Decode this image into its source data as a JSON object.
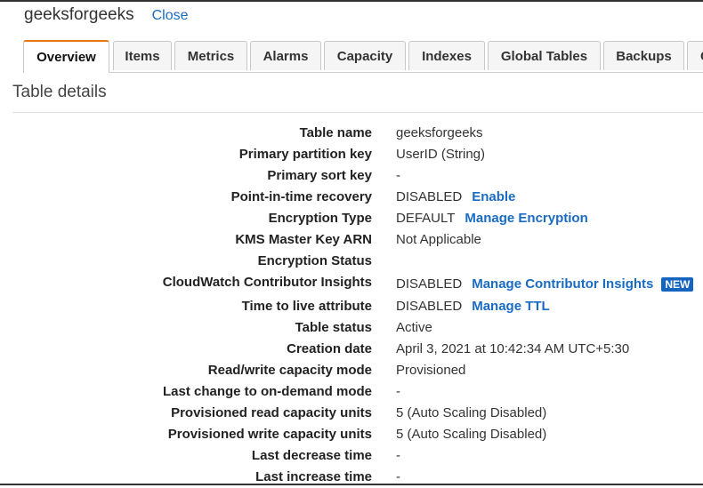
{
  "header": {
    "title": "geeksforgeeks",
    "close_label": "Close"
  },
  "tabs": [
    {
      "label": "Overview",
      "active": true
    },
    {
      "label": "Items"
    },
    {
      "label": "Metrics"
    },
    {
      "label": "Alarms"
    },
    {
      "label": "Capacity"
    },
    {
      "label": "Indexes"
    },
    {
      "label": "Global Tables"
    },
    {
      "label": "Backups"
    },
    {
      "label": "C"
    }
  ],
  "section": {
    "title": "Table details"
  },
  "details": [
    {
      "label": "Table name",
      "value": "geeksforgeeks"
    },
    {
      "label": "Primary partition key",
      "value": "UserID (String)"
    },
    {
      "label": "Primary sort key",
      "value": "-"
    },
    {
      "label": "Point-in-time recovery",
      "value": "DISABLED",
      "action": "Enable"
    },
    {
      "label": "Encryption Type",
      "value": "DEFAULT",
      "action": "Manage Encryption"
    },
    {
      "label": "KMS Master Key ARN",
      "value": "Not Applicable"
    },
    {
      "label": "Encryption Status",
      "value": ""
    },
    {
      "label": "CloudWatch Contributor Insights",
      "value": "DISABLED",
      "action": "Manage Contributor Insights",
      "badge": "NEW"
    },
    {
      "label": "Time to live attribute",
      "value": "DISABLED",
      "action": "Manage TTL"
    },
    {
      "label": "Table status",
      "value": "Active"
    },
    {
      "label": "Creation date",
      "value": "April 3, 2021 at 10:42:34 AM UTC+5:30"
    },
    {
      "label": "Read/write capacity mode",
      "value": "Provisioned"
    },
    {
      "label": "Last change to on-demand mode",
      "value": "-"
    },
    {
      "label": "Provisioned read capacity units",
      "value": "5 (Auto Scaling Disabled)"
    },
    {
      "label": "Provisioned write capacity units",
      "value": "5 (Auto Scaling Disabled)"
    },
    {
      "label": "Last decrease time",
      "value": "-"
    },
    {
      "label": "Last increase time",
      "value": "-"
    }
  ],
  "colors": {
    "link": "#1a6bc2",
    "active_tab_accent": "#e47911",
    "badge_bg": "#1565c0"
  }
}
